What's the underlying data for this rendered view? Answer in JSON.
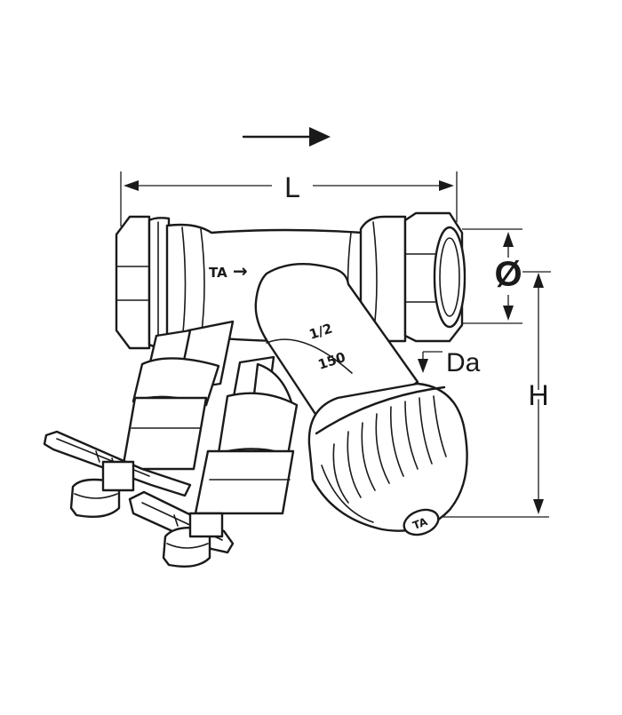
{
  "diagram": {
    "dimension_labels": {
      "length": "L",
      "diameter": "Ø",
      "outer_diameter": "Da",
      "height": "H"
    },
    "markings": {
      "brand": "TA",
      "size": "1/2",
      "rating": "150"
    },
    "flow_arrow_glyph": "→",
    "icons": [
      "flow-direction-arrow-icon",
      "valve-body",
      "handwheel-knob",
      "measuring-point-icon"
    ]
  }
}
